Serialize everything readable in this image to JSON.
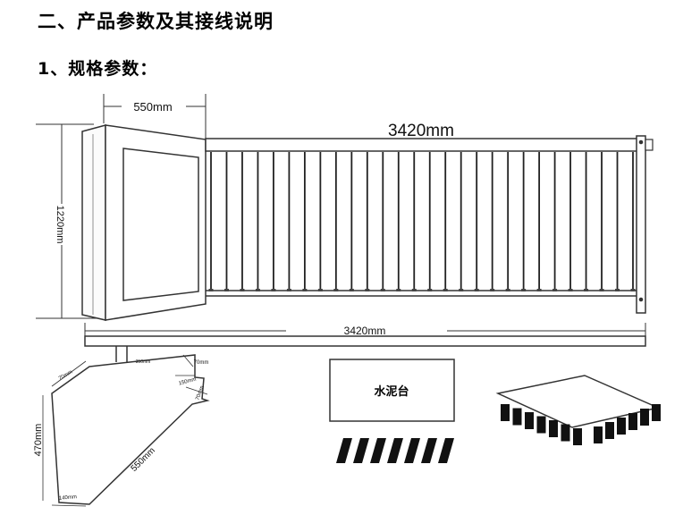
{
  "section_title": "二、产品参数及其接线说明",
  "subsection_title": "1、规格参数：",
  "dimensions": {
    "box_width": "550mm",
    "boom_length_top": "3420mm",
    "box_height": "1220mm",
    "boom_length_bottom": "3420mm",
    "base_small_1": "70mm",
    "base_top_edge": "350mm",
    "base_small_2": "70mm",
    "base_mid": "150mm",
    "base_small_3": "70mm",
    "base_left": "470mm",
    "base_diagonal": "550mm",
    "base_bottom": "140mm"
  },
  "labels": {
    "concrete_platform": "水泥台"
  }
}
